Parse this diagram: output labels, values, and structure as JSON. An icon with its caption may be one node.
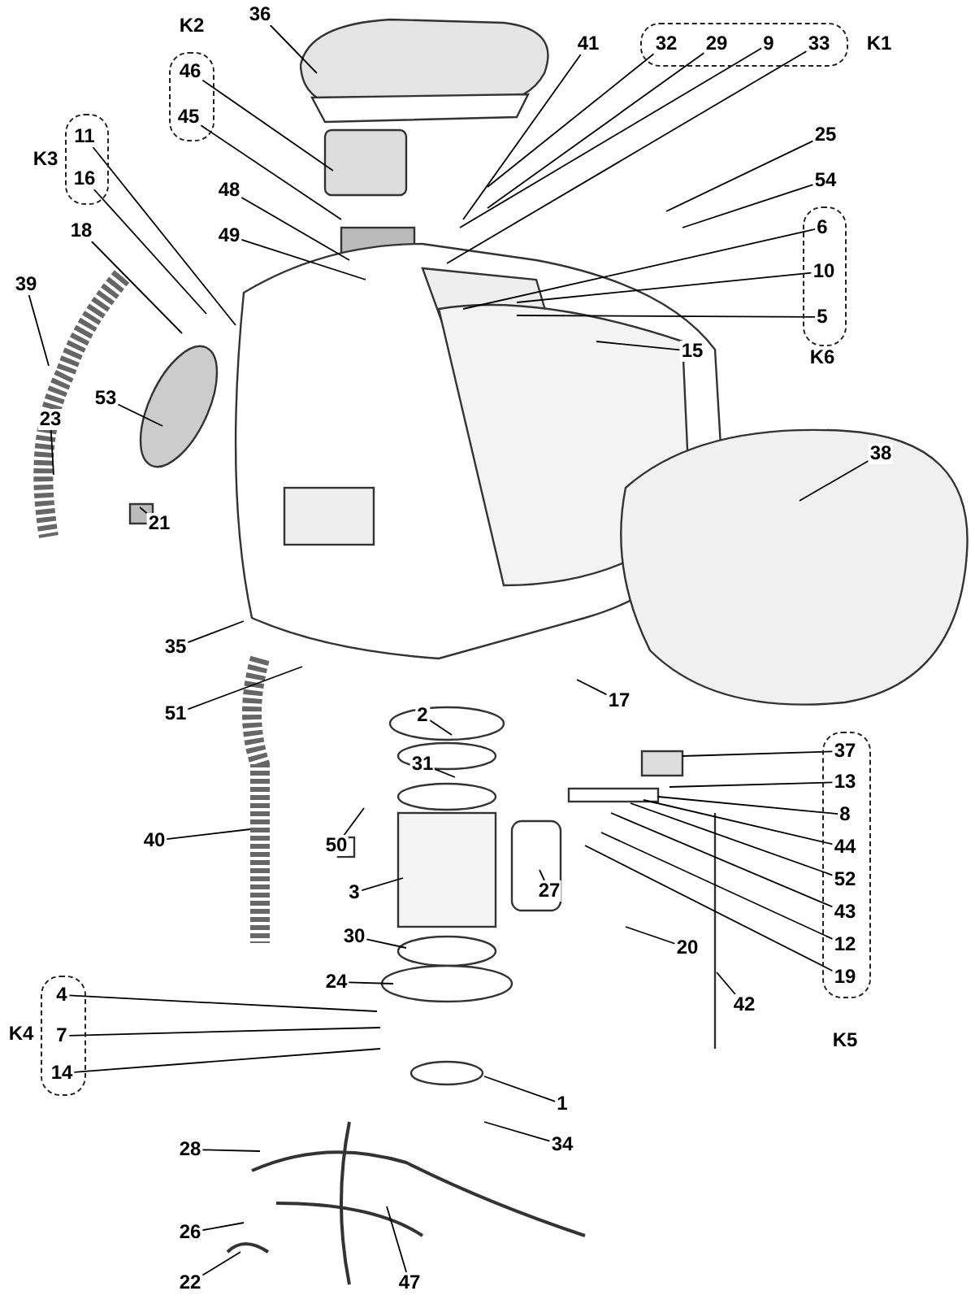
{
  "diagram": {
    "nodes": [
      {
        "text": [
          "K2"
        ]
      },
      {
        "text": [
          "46"
        ],
        "in": 0
      },
      {
        "text": [
          "45"
        ],
        "in": 0
      },
      {
        "text": [
          "36"
        ]
      },
      {
        "text": [
          "41"
        ]
      },
      {
        "text": [
          "K1"
        ]
      },
      {
        "text": [
          "32"
        ],
        "in": 5
      },
      {
        "text": [
          "29"
        ],
        "in": 5
      },
      {
        "text": [
          "9"
        ],
        "in": 5
      },
      {
        "text": [
          "33"
        ],
        "in": 5
      },
      {
        "text": [
          "K3"
        ]
      },
      {
        "text": [
          "11"
        ],
        "in": 10
      },
      {
        "text": [
          "16"
        ],
        "in": 10
      },
      {
        "text": [
          "25"
        ]
      },
      {
        "text": [
          "54"
        ]
      },
      {
        "text": [
          "K6"
        ]
      },
      {
        "text": [
          "6"
        ],
        "in": 15
      },
      {
        "text": [
          "10"
        ],
        "in": 15
      },
      {
        "text": [
          "5"
        ],
        "in": 15
      },
      {
        "text": [
          "48"
        ]
      },
      {
        "text": [
          "18"
        ]
      },
      {
        "text": [
          "49"
        ]
      },
      {
        "text": [
          "15"
        ]
      },
      {
        "text": [
          "39"
        ]
      },
      {
        "text": [
          "53"
        ]
      },
      {
        "text": [
          "23"
        ]
      },
      {
        "text": [
          "38"
        ]
      },
      {
        "text": [
          "21"
        ]
      },
      {
        "text": [
          "35"
        ]
      },
      {
        "text": [
          "51"
        ]
      },
      {
        "text": [
          "2"
        ]
      },
      {
        "text": [
          "17"
        ]
      },
      {
        "text": [
          "31"
        ]
      },
      {
        "text": [
          "K5"
        ]
      },
      {
        "text": [
          "37"
        ],
        "in": 33
      },
      {
        "text": [
          "13"
        ],
        "in": 33
      },
      {
        "text": [
          "8"
        ],
        "in": 33
      },
      {
        "text": [
          "44"
        ],
        "in": 33
      },
      {
        "text": [
          "52"
        ],
        "in": 33
      },
      {
        "text": [
          "43"
        ],
        "in": 33
      },
      {
        "text": [
          "12"
        ],
        "in": 33
      },
      {
        "text": [
          "19"
        ],
        "in": 33
      },
      {
        "text": [
          "50"
        ]
      },
      {
        "text": [
          "40"
        ]
      },
      {
        "text": [
          "27"
        ]
      },
      {
        "text": [
          "3"
        ]
      },
      {
        "text": [
          "20"
        ]
      },
      {
        "text": [
          "30"
        ]
      },
      {
        "text": [
          "24"
        ]
      },
      {
        "text": [
          "42"
        ]
      },
      {
        "text": [
          "K4"
        ]
      },
      {
        "text": [
          "4"
        ],
        "in": 50
      },
      {
        "text": [
          "7"
        ],
        "in": 50
      },
      {
        "text": [
          "14"
        ],
        "in": 50
      },
      {
        "text": [
          "1"
        ]
      },
      {
        "text": [
          "34"
        ]
      },
      {
        "text": [
          "28"
        ]
      },
      {
        "text": [
          "26"
        ]
      },
      {
        "text": [
          "22"
        ]
      },
      {
        "text": [
          "47"
        ]
      }
    ],
    "edges": [
      {
        "from": 1,
        "to": null,
        "arrow": "none"
      },
      {
        "from": 2,
        "to": null,
        "arrow": "none"
      },
      {
        "from": 3,
        "to": null,
        "arrow": "none"
      },
      {
        "from": 4,
        "to": null,
        "arrow": "none"
      },
      {
        "from": 6,
        "to": null,
        "arrow": "none"
      },
      {
        "from": 7,
        "to": null,
        "arrow": "none"
      },
      {
        "from": 8,
        "to": null,
        "arrow": "none"
      },
      {
        "from": 9,
        "to": null,
        "arrow": "none"
      },
      {
        "from": 11,
        "to": null,
        "arrow": "none"
      },
      {
        "from": 12,
        "to": null,
        "arrow": "none"
      },
      {
        "from": 13,
        "to": null,
        "arrow": "none"
      },
      {
        "from": 14,
        "to": null,
        "arrow": "none"
      },
      {
        "from": 16,
        "to": null,
        "arrow": "none"
      },
      {
        "from": 17,
        "to": null,
        "arrow": "none"
      },
      {
        "from": 18,
        "to": null,
        "arrow": "none"
      },
      {
        "from": 19,
        "to": null,
        "arrow": "none"
      },
      {
        "from": 20,
        "to": null,
        "arrow": "none"
      },
      {
        "from": 21,
        "to": null,
        "arrow": "none"
      },
      {
        "from": 22,
        "to": null,
        "arrow": "none"
      },
      {
        "from": 23,
        "to": null,
        "arrow": "none"
      },
      {
        "from": 24,
        "to": null,
        "arrow": "none"
      },
      {
        "from": 25,
        "to": null,
        "arrow": "none"
      },
      {
        "from": 26,
        "to": null,
        "arrow": "none"
      },
      {
        "from": 27,
        "to": null,
        "arrow": "none"
      },
      {
        "from": 28,
        "to": null,
        "arrow": "none"
      },
      {
        "from": 29,
        "to": null,
        "arrow": "none"
      },
      {
        "from": 30,
        "to": null,
        "arrow": "none"
      },
      {
        "from": 31,
        "to": null,
        "arrow": "none"
      },
      {
        "from": 32,
        "to": null,
        "arrow": "none"
      },
      {
        "from": 34,
        "to": null,
        "arrow": "none"
      },
      {
        "from": 35,
        "to": null,
        "arrow": "none"
      },
      {
        "from": 36,
        "to": null,
        "arrow": "none"
      },
      {
        "from": 37,
        "to": null,
        "arrow": "none"
      },
      {
        "from": 38,
        "to": null,
        "arrow": "none"
      },
      {
        "from": 39,
        "to": null,
        "arrow": "none"
      },
      {
        "from": 40,
        "to": null,
        "arrow": "none"
      },
      {
        "from": 41,
        "to": null,
        "arrow": "none"
      },
      {
        "from": 42,
        "to": null,
        "arrow": "none"
      },
      {
        "from": 43,
        "to": null,
        "arrow": "none"
      },
      {
        "from": 44,
        "to": null,
        "arrow": "none"
      },
      {
        "from": 45,
        "to": null,
        "arrow": "none"
      },
      {
        "from": 46,
        "to": null,
        "arrow": "none"
      },
      {
        "from": 47,
        "to": null,
        "arrow": "none"
      },
      {
        "from": 48,
        "to": null,
        "arrow": "none"
      },
      {
        "from": 49,
        "to": null,
        "arrow": "none"
      },
      {
        "from": 51,
        "to": null,
        "arrow": "none"
      },
      {
        "from": 52,
        "to": null,
        "arrow": "none"
      },
      {
        "from": 53,
        "to": null,
        "arrow": "none"
      },
      {
        "from": 54,
        "to": null,
        "arrow": "none"
      },
      {
        "from": 55,
        "to": null,
        "arrow": "none"
      },
      {
        "from": 56,
        "to": null,
        "arrow": "none"
      },
      {
        "from": 57,
        "to": null,
        "arrow": "none"
      },
      {
        "from": 58,
        "to": null,
        "arrow": "none"
      },
      {
        "from": 59,
        "to": null,
        "arrow": "none"
      }
    ]
  }
}
